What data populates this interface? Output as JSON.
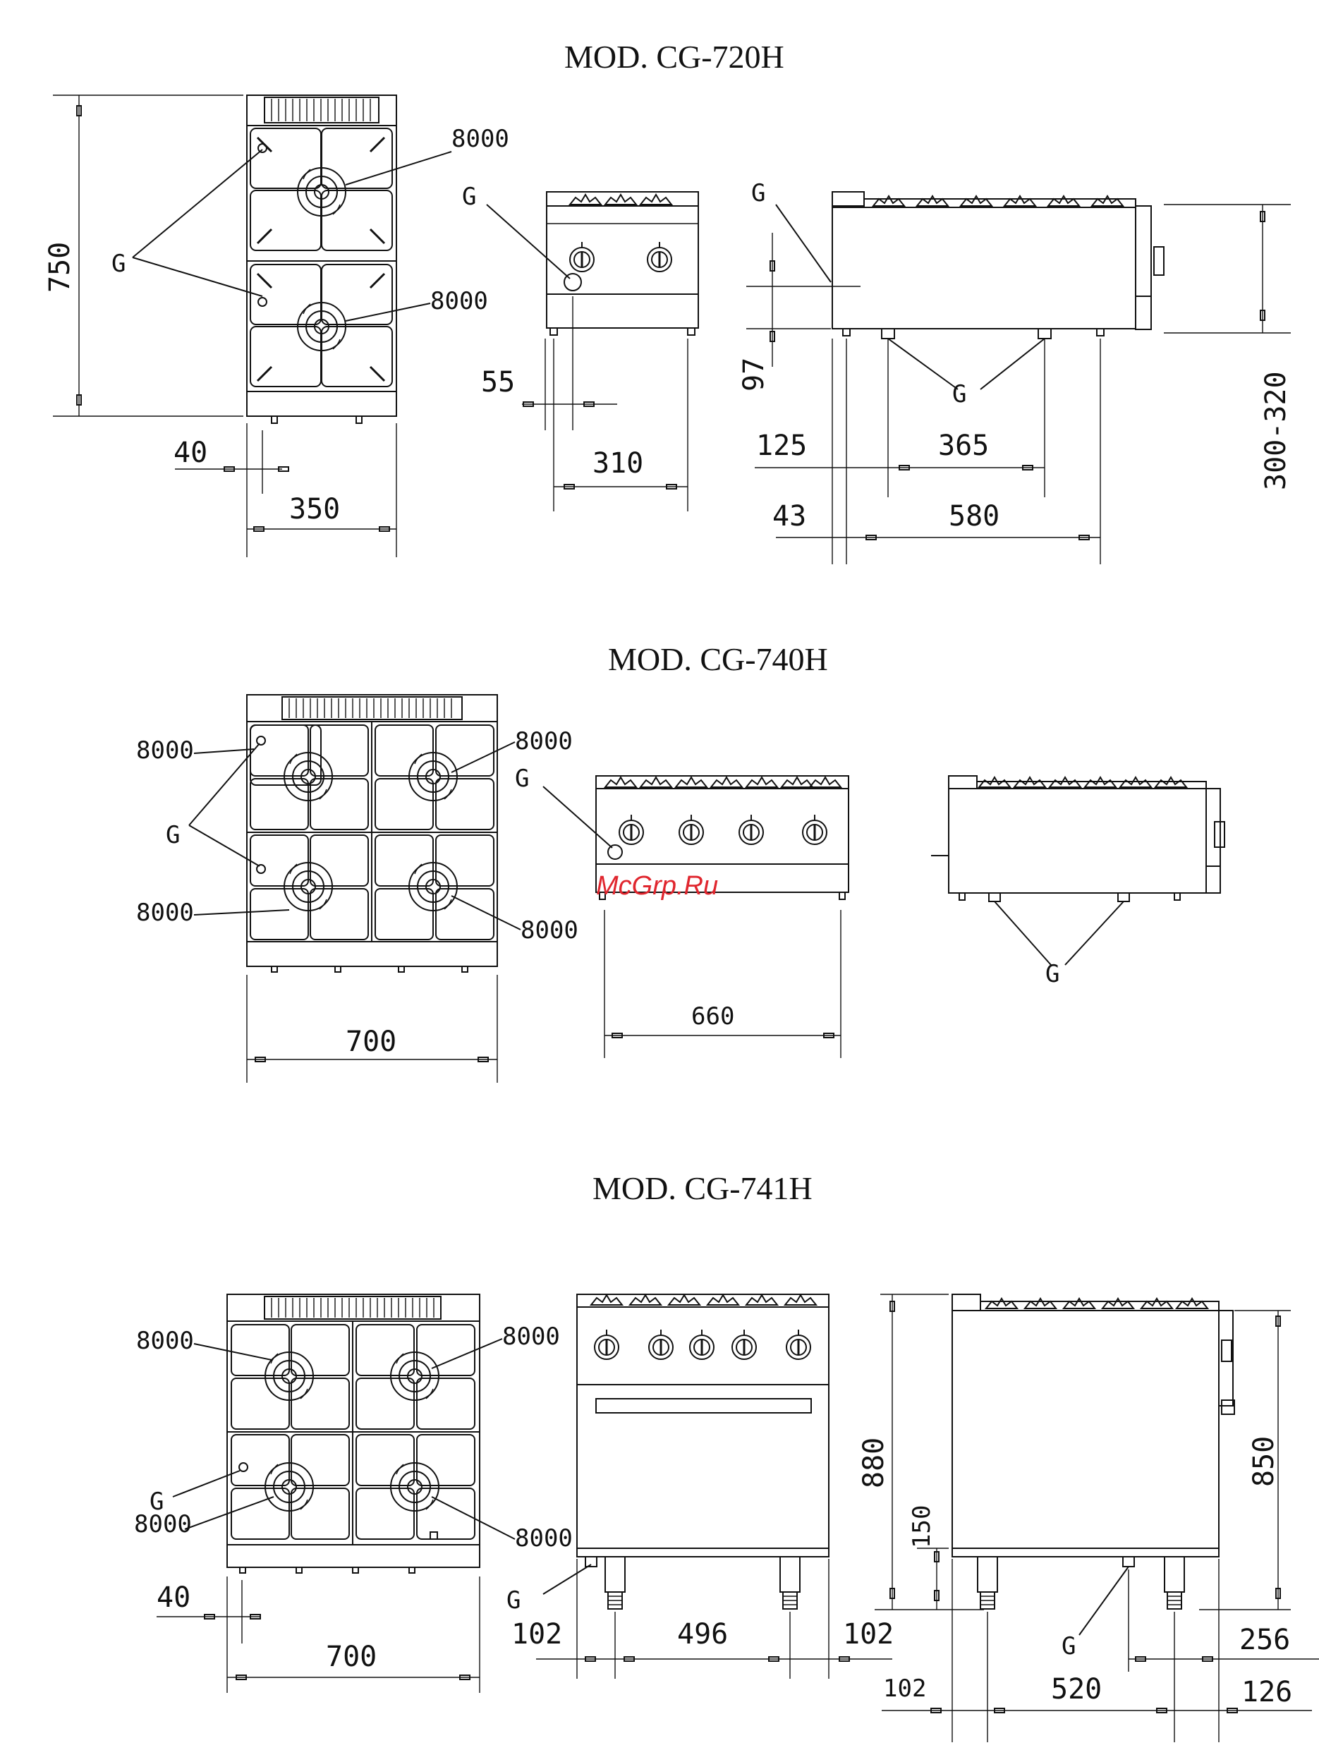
{
  "watermark": "McGrp.Ru",
  "models": [
    {
      "title": "MOD.  CG-720H",
      "top_view": {
        "burner_labels": [
          "8000",
          "8000"
        ],
        "gas_label": "G"
      },
      "front_view": {
        "gas_label": "G"
      },
      "side_view": {
        "gas_labels": [
          "G",
          "G"
        ]
      },
      "dimensions": {
        "depth": "750",
        "width": "350",
        "edge_offset": "40",
        "front_leg_offset": "55",
        "front_leg_span": "310",
        "side_height": "97",
        "side_gas_offset": "125",
        "side_gas_span": "365",
        "side_front_offset": "43",
        "side_leg_span": "580",
        "height_range": "300-320"
      }
    },
    {
      "title": "MOD.  CG-740H",
      "top_view": {
        "burner_labels": [
          "8000",
          "8000",
          "8000",
          "8000"
        ],
        "gas_label": "G"
      },
      "front_view": {
        "gas_label": "G"
      },
      "side_view": {
        "gas_label": "G"
      },
      "dimensions": {
        "width": "700",
        "front_leg_span": "660"
      }
    },
    {
      "title": "MOD.   CG-741H",
      "top_view": {
        "burner_labels": [
          "8000",
          "8000",
          "8000",
          "8000"
        ],
        "gas_label": "G"
      },
      "front_view": {
        "gas_label": "G"
      },
      "side_view": {
        "gas_label": "G"
      },
      "dimensions": {
        "edge_offset": "40",
        "width": "700",
        "front_left": "102",
        "front_span": "496",
        "front_right": "102",
        "total_height": "880",
        "leg_height": "150",
        "top_height": "850",
        "side_back": "256",
        "side_left": "102",
        "side_span": "520",
        "side_right": "126"
      }
    }
  ]
}
